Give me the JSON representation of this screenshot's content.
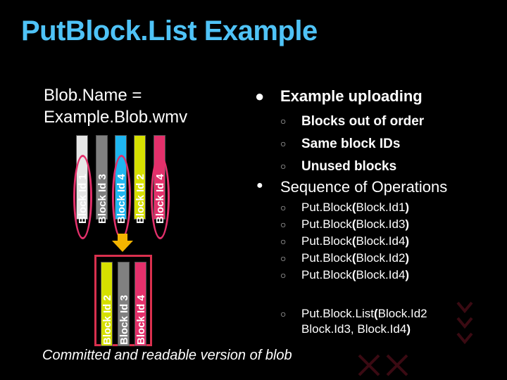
{
  "title": "PutBlock.List Example",
  "blob_name": [
    "Blob.Name =",
    "Example.Blob.wmv"
  ],
  "uploaded_blocks": [
    {
      "label": "Block Id 1",
      "color": "#e6e6e6"
    },
    {
      "label": "Block Id 3",
      "color": "#808080"
    },
    {
      "label": "Block Id 4",
      "color": "#1fb6f0"
    },
    {
      "label": "Block Id 2",
      "color": "#d6e000"
    },
    {
      "label": "Block Id 4",
      "color": "#e3306b"
    }
  ],
  "committed_blocks": [
    {
      "label": "Block Id 2",
      "color": "#d6e000"
    },
    {
      "label": "Block Id 3",
      "color": "#808080"
    },
    {
      "label": "Block Id 4",
      "color": "#e3306b"
    }
  ],
  "bullets": {
    "example_heading": "Example uploading",
    "example_items": [
      "Blocks out of order",
      "Same block IDs",
      "Unused blocks"
    ],
    "sequence_heading": "Sequence of Operations",
    "operations": [
      {
        "fn": "Put.Block",
        "arg": "Block.Id1"
      },
      {
        "fn": "Put.Block",
        "arg": "Block.Id3"
      },
      {
        "fn": "Put.Block",
        "arg": "Block.Id4"
      },
      {
        "fn": "Put.Block",
        "arg": "Block.Id2"
      },
      {
        "fn": "Put.Block",
        "arg": "Block.Id4"
      }
    ],
    "final_fn": "Put.Block.List",
    "final_args_line1": "Block.Id2",
    "final_args_line2": "Block.Id3, Block.Id4"
  },
  "footer": "Committed and readable version of blob",
  "colors": {
    "title": "#4fc3f7",
    "highlight": "#e3306b",
    "arrow": "#f4b400"
  }
}
